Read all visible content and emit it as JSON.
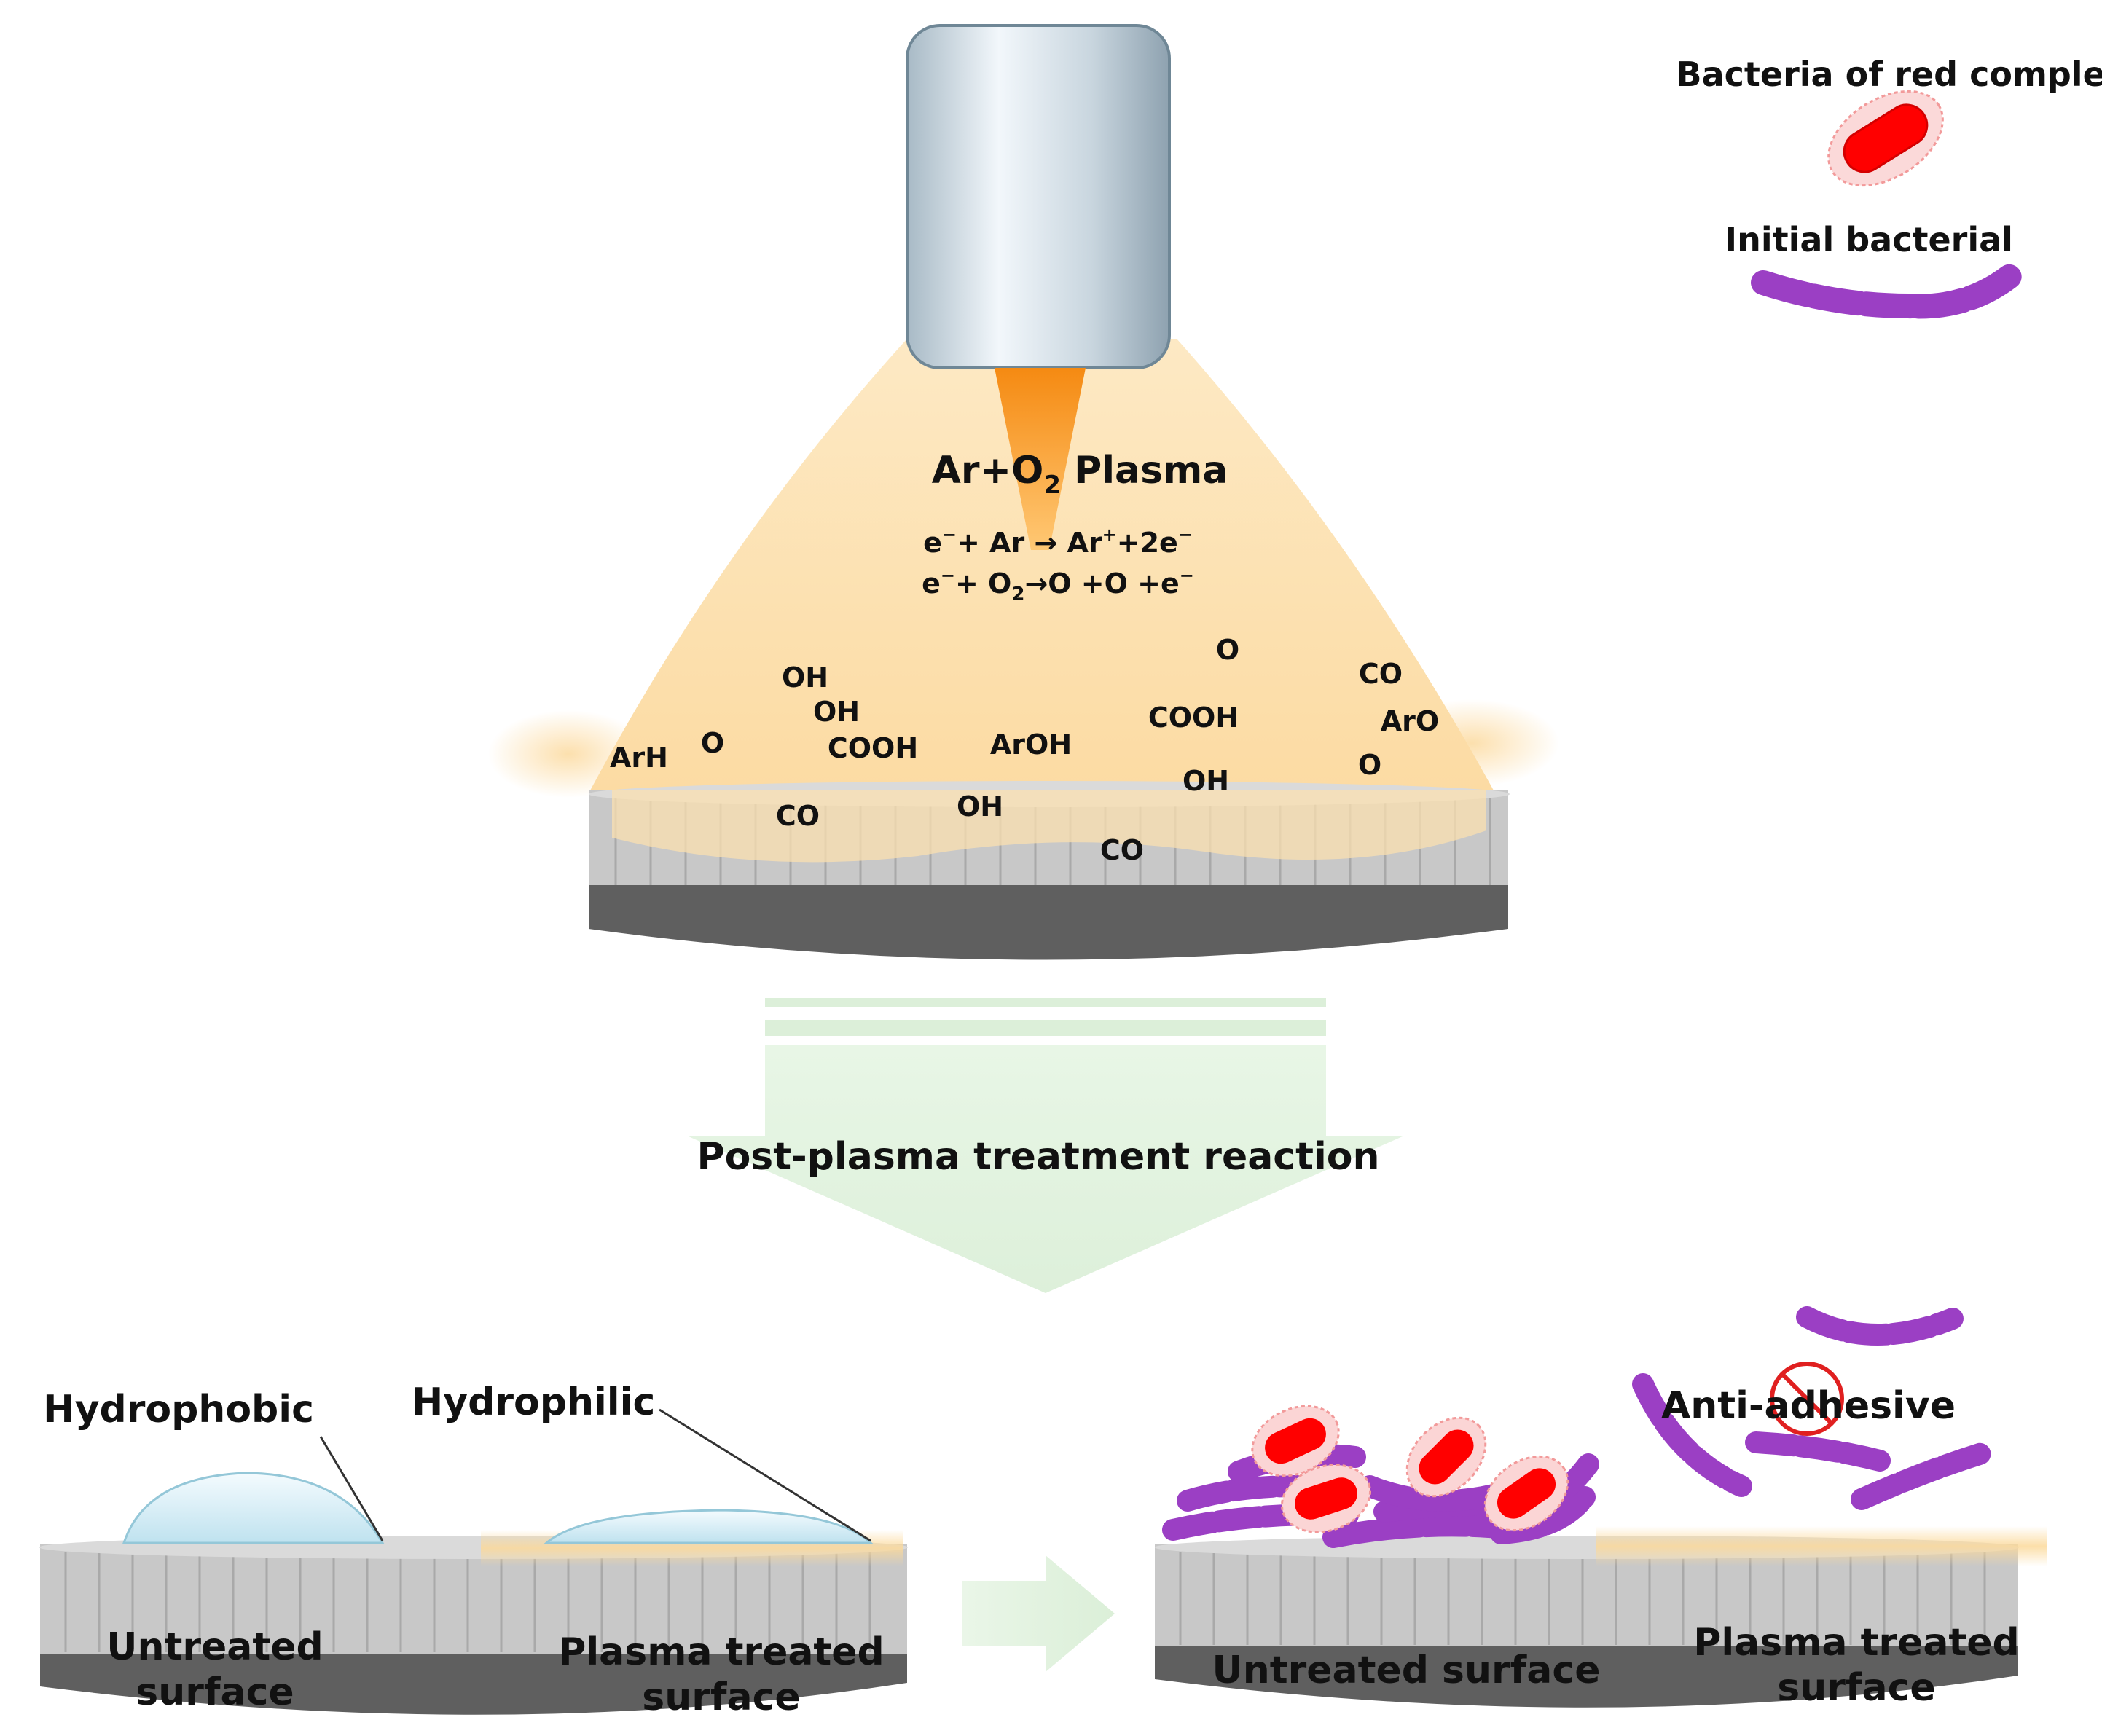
{
  "legend": {
    "red_complex_label": "Bacteria of red complex",
    "initial_label": "Initial bacterial"
  },
  "plasma": {
    "title_prefix": "Ar+O",
    "title_sub": "2",
    "title_suffix": " Plasma",
    "eq1_parts": [
      "e",
      "−",
      "+ Ar → Ar",
      "+",
      "+2e",
      "−"
    ],
    "eq2_parts": [
      "e",
      "−",
      "+ O",
      "2",
      "→O +O +e",
      "−"
    ]
  },
  "species": [
    "OH",
    "OH",
    "COOH",
    "ArH",
    "O",
    "ArOH",
    "O",
    "COOH",
    "CO",
    "ArO",
    "OH",
    "O",
    "CO",
    "OH",
    "CO"
  ],
  "arrow": {
    "label": "Post-plasma treatment reaction"
  },
  "left_panel": {
    "hydrophobic": "Hydrophobic",
    "hydrophilic": "Hydrophilic",
    "untreated_l1": "Untreated",
    "untreated_l2": "surface",
    "treated_l1": "Plasma treated",
    "treated_l2": "surface"
  },
  "right_panel": {
    "anti_adhesive": "Anti-adhesive",
    "untreated": "Untreated surface",
    "treated_l1": "Plasma treated",
    "treated_l2": "surface"
  },
  "colors": {
    "plasma_glow": "#fde4b6",
    "jet_orange": "#f7911e",
    "substrate_dark": "#5f5f5f",
    "column_gray": "#c4c4c4",
    "arrow_green": "#e3f3e1",
    "bacteria_red": "#ff0000",
    "bacteria_purple": "#9b3fc4"
  }
}
